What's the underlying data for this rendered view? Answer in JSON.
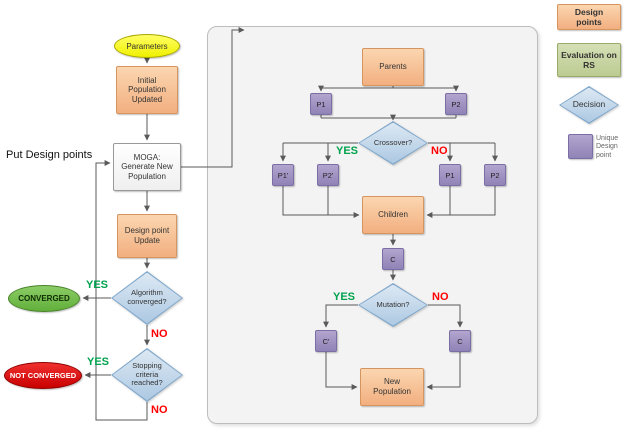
{
  "colors": {
    "orange": "#F2AF80",
    "yellow": "#F0F000",
    "green_terminal": "#62AF3B",
    "red_terminal": "#C80000",
    "decision_blue": "#ACC8E2",
    "purple": "#9083B7",
    "legend_olive": "#BCCB92",
    "yes_green": "#00A24D",
    "no_red": "#FF0000",
    "connector_gray": "#5A5A5A",
    "panel_gray": "#F3F3F3"
  },
  "left_flow": {
    "put_design_points": "Put Design points",
    "parameters": "Parameters",
    "initial_population": "Initial Population Updated",
    "moga": "MOGA: Generate New Population",
    "design_point_update": "Design point Update",
    "algorithm_converged": "Algorithm converged?",
    "converged": "CONVERGED",
    "yes_converged": "YES",
    "no_converged": "NO",
    "stopping_criteria": "Stopping criteria reached?",
    "not_converged": "NOT CONVERGED",
    "yes_stopping": "YES",
    "no_stopping": "NO"
  },
  "ga_panel": {
    "parents": "Parents",
    "p1": "P1",
    "p2": "P2",
    "crossover": "Crossover?",
    "crossover_yes": "YES",
    "crossover_no": "NO",
    "p1_crossed": "P1'",
    "p2_crossed": "P2'",
    "p1_uncrossed": "P1",
    "p2_uncrossed": "P2",
    "children": "Children",
    "child": "C",
    "mutation": "Mutation?",
    "mutation_yes": "YES",
    "mutation_no": "NO",
    "c_mutated": "C'",
    "c_unmutated": "C",
    "new_population": "New Population"
  },
  "legend": {
    "design_points": "Design points",
    "evaluation_on_rs": "Evaluation on RS",
    "decision": "Decision",
    "unique_design_point": "Unique Design point"
  }
}
